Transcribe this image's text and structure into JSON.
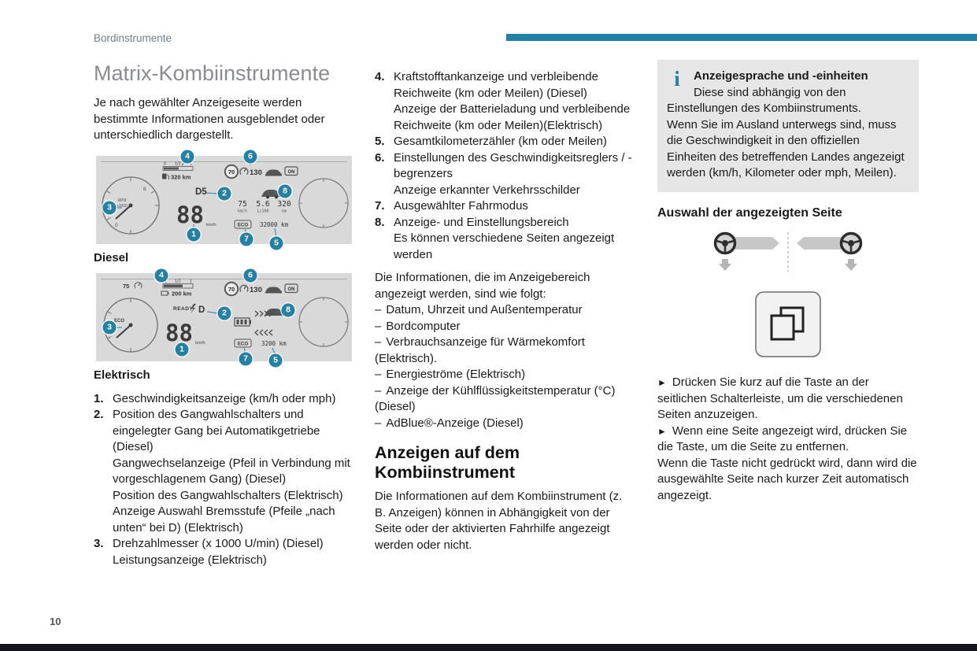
{
  "page": {
    "header_label": "Bordinstrumente",
    "page_number": "10"
  },
  "colors": {
    "accent": "#2581a3",
    "info_box_bg": "#e6e6e6",
    "figure_bg": "#d9d9d9",
    "footer_bar": "#13131f"
  },
  "markers": {
    "dash": "–",
    "arrow": "►"
  },
  "callout_labels": [
    "1",
    "2",
    "3",
    "4",
    "5",
    "6",
    "7",
    "8"
  ],
  "left": {
    "title": "Matrix-Kombiinstrumente",
    "intro": "Je nach gewählter Anzeigeseite werden bestimmte Informationen ausgeblendet oder unterschiedlich dargestellt.",
    "diesel_label": "Diesel",
    "electric_label": "Elektrisch",
    "items": [
      {
        "num": "1.",
        "lines": [
          "Geschwindigkeitsanzeige (km/h oder mph)"
        ]
      },
      {
        "num": "2.",
        "lines": [
          "Position des Gangwahlschalters und eingelegter Gang bei Automatikgetriebe (Diesel)",
          "Gangwechselanzeige (Pfeil in Verbindung mit vorgeschlagenem Gang) (Diesel)",
          "Position des Gangwahlschalters (Elektrisch)",
          "Anzeige Auswahl Bremsstufe (Pfeile „nach unten“ bei D) (Elektrisch)"
        ]
      },
      {
        "num": "3.",
        "lines": [
          "Drehzahlmesser (x 1000 U/min) (Diesel)",
          "Leistungsanzeige (Elektrisch)"
        ]
      }
    ]
  },
  "middle": {
    "items": [
      {
        "num": "4.",
        "lines": [
          "Kraftstofftankanzeige und verbleibende Reichweite (km oder Meilen) (Diesel)",
          "Anzeige der Batterieladung und verbleibende Reichweite (km oder Meilen)(Elektrisch)"
        ]
      },
      {
        "num": "5.",
        "lines": [
          "Gesamtkilometerzähler (km oder Meilen)"
        ]
      },
      {
        "num": "6.",
        "lines": [
          "Einstellungen des Geschwindigkeitsreglers / -begrenzers",
          "Anzeige erkannter Verkehrsschilder"
        ]
      },
      {
        "num": "7.",
        "lines": [
          "Ausgewählter Fahrmodus"
        ]
      },
      {
        "num": "8.",
        "lines": [
          "Anzeige- und Einstellungsbereich",
          "Es können verschiedene Seiten angezeigt werden"
        ]
      }
    ],
    "info_lead": "Die Informationen, die im Anzeigebereich angezeigt werden, sind wie folgt:",
    "dash_items": [
      "Datum, Uhrzeit und Außentemperatur",
      "Bordcomputer",
      "Verbrauchsanzeige für Wärmekomfort (Elektrisch).",
      "Energieströme (Elektrisch)",
      "Anzeige der Kühlflüssigkeitstemperatur (°C) (Diesel)",
      "AdBlue®-Anzeige (Diesel)"
    ],
    "section_title": "Anzeigen auf dem Kombiinstrument",
    "section_text": "Die Informationen auf dem Kombiinstrument (z. B. Anzeigen) können in Abhängigkeit von der Seite oder der aktivierten Fahrhilfe angezeigt werden oder nicht."
  },
  "right": {
    "info_box": {
      "icon": "i",
      "title": "Anzeigesprache und -einheiten",
      "text1": "Diese sind abhängig von den Einstellungen des Kombiinstruments.",
      "text2": "Wenn Sie im Ausland unterwegs sind, muss die Geschwindigkeit in den offiziellen Einheiten des betreffenden Landes angezeigt werden (km/h, Kilometer oder mph, Meilen)."
    },
    "section_title": "Auswahl der angezeigten Seite",
    "bullets": [
      "Drücken Sie kurz auf die Taste an der seitlichen Schalterleiste, um die verschiedenen Seiten anzuzeigen.",
      "Wenn eine Seite angezeigt wird, drücken Sie die Taste, um die Seite zu entfernen."
    ],
    "note": "Wenn die Taste nicht gedrückt wird, dann wird die ausgewählte Seite nach kurzer Zeit automatisch angezeigt."
  },
  "diesel_cluster": {
    "fuel_zero": "0",
    "fuel_half": "1/2",
    "fuel_full": "1",
    "fuel_range": "320 km",
    "gear": "D5",
    "speed": "88",
    "speed_unit": "km/h",
    "rpm_min": "0",
    "rpm_max": "6",
    "rpm_label": "RPM",
    "rpm_scale": "x1000",
    "sign_limit": "70",
    "cruise_speed": "130",
    "on_label": "ON",
    "avg_speed": "75",
    "avg_speed_unit": "km/h",
    "consumption": "5.6",
    "consumption_unit": "L/100",
    "range": "320",
    "range_unit": "km",
    "mode": "ECO",
    "odometer": "32000 km"
  },
  "electric_cluster": {
    "power_value": "75",
    "charge_zero": "0",
    "charge_half": "1/2",
    "charge_full": "1",
    "charge_range": "200 km",
    "ready": "READY",
    "gear": "D",
    "eco_dial": "ECO",
    "speed": "88",
    "speed_unit": "km/h",
    "sign_limit": "70",
    "cruise_speed": "130",
    "on_label": "ON",
    "mode": "ECO",
    "odometer": "3200 km"
  }
}
